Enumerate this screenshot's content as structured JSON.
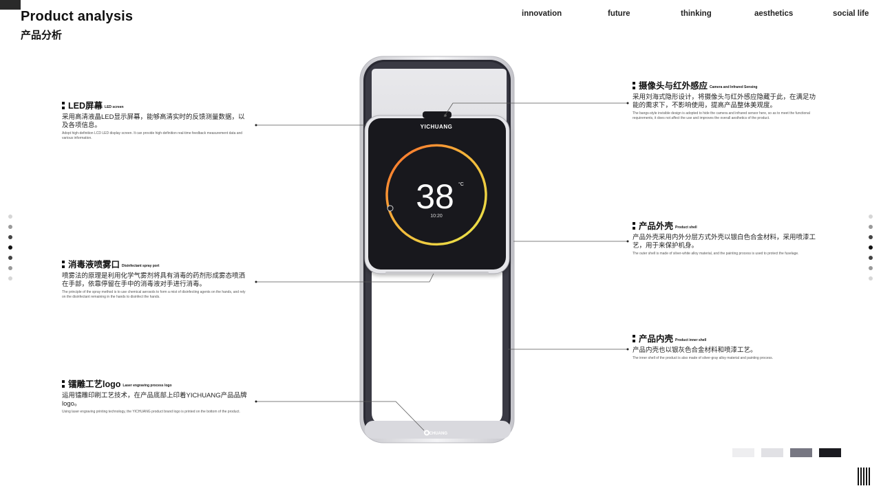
{
  "header": {
    "title_en": "Product analysis",
    "title_zh": "产品分析"
  },
  "nav": [
    "innovation",
    "future",
    "thinking",
    "aesthetics",
    "social life"
  ],
  "device": {
    "brand": "YICHUANG",
    "bottom_logo": "YICHUANG",
    "temperature": "38",
    "unit": "°C",
    "time": "10:20"
  },
  "features": {
    "led": {
      "title_zh": "LED屏幕",
      "title_en": "LED screen",
      "desc_zh": "采用高清液晶LED显示屏幕，能够高清实时的反馈测量数据，以及各项信息。",
      "desc_en": "Adopt high-definition LCD LED display screen. It can provide high-definition real-time feedback measurement data and various information."
    },
    "spray": {
      "title_zh": "消毒液喷雾口",
      "title_en": "Disinfectant spray port",
      "desc_zh": "喷雾法的原理是利用化学气雾剂将具有消毒的药剂形成雾态喷洒在手部，依靠停留在手中的消毒液对手进行消毒。",
      "desc_en": "The principle of the spray method is to use chemical aerosols to form a mist of disinfecting agents on the hands, and rely on the disinfectant remaining in the hands to disinfect the hands."
    },
    "logo": {
      "title_zh": "镭雕工艺logo",
      "title_en": "Laser engraving process logo",
      "desc_zh": "运用镭雕印刷工艺技术，在产品底部上印着YICHUANG产品品牌logo。",
      "desc_en": "Using laser engraving printing technology, the YICHUANG product brand logo is printed on the bottom of the product."
    },
    "camera": {
      "title_zh": "摄像头与红外感应",
      "title_en": "Camera and Infrared Sensing",
      "desc_zh": "采用刘海式隐形设计，将摄像头与红外感应隐藏于此，在满足功能的需求下，不影响使用，提高产品整体美观度。",
      "desc_en": "The bangs-style invisible design is adopted to hide the camera and infrared sensor here, so as to meet the functional requirements, it does not affect the use and improves the overall aesthetics of the product."
    },
    "outer": {
      "title_zh": "产品外壳",
      "title_en": "Product shell",
      "desc_zh": "产品外壳采用内外分层方式外壳以银白色合金材料，采用喷漆工艺，用于来保护机身。",
      "desc_en": "The outer shell is made of silver-white alloy material, and the painting process is used to protect the fuselage."
    },
    "inner": {
      "title_zh": "产品内壳",
      "title_en": "Product inner shell",
      "desc_zh": "产品内壳也以银灰色合金材料和喷漆工艺。",
      "desc_en": "The inner shell of the product is also made of silver-gray alloy material and painting process."
    }
  },
  "palette": [
    "#eeeef0",
    "#e1e1e5",
    "#777782",
    "#1b1b20"
  ],
  "left_dots": [
    "#d6d6d6",
    "#9a9a9a",
    "#444444",
    "#111111",
    "#444444",
    "#9a9a9a",
    "#d6d6d6"
  ],
  "right_dots": [
    "#d6d6d6",
    "#9a9a9a",
    "#444444",
    "#111111",
    "#444444",
    "#9a9a9a",
    "#d6d6d6"
  ]
}
